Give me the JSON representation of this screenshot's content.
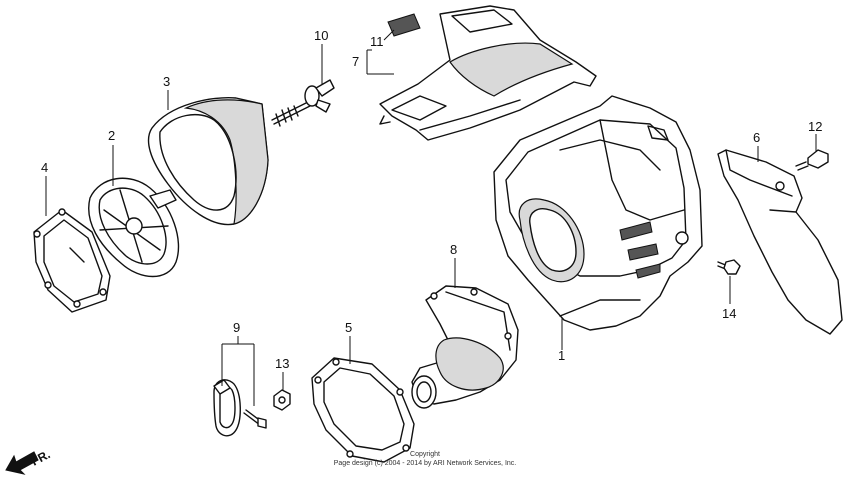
{
  "callouts": [
    {
      "id": "1",
      "label": "1"
    },
    {
      "id": "2",
      "label": "2"
    },
    {
      "id": "3",
      "label": "3"
    },
    {
      "id": "4",
      "label": "4"
    },
    {
      "id": "5",
      "label": "5"
    },
    {
      "id": "6",
      "label": "6"
    },
    {
      "id": "7",
      "label": "7"
    },
    {
      "id": "8",
      "label": "8"
    },
    {
      "id": "9",
      "label": "9"
    },
    {
      "id": "10",
      "label": "10"
    },
    {
      "id": "11",
      "label": "11"
    },
    {
      "id": "12",
      "label": "12"
    },
    {
      "id": "13",
      "label": "13"
    },
    {
      "id": "14",
      "label": "14"
    }
  ],
  "direction_label": "FR.",
  "copyright": {
    "line1": "Copyright",
    "line2": "Page design (c) 2004 - 2014 by ARI Network Services, Inc."
  }
}
